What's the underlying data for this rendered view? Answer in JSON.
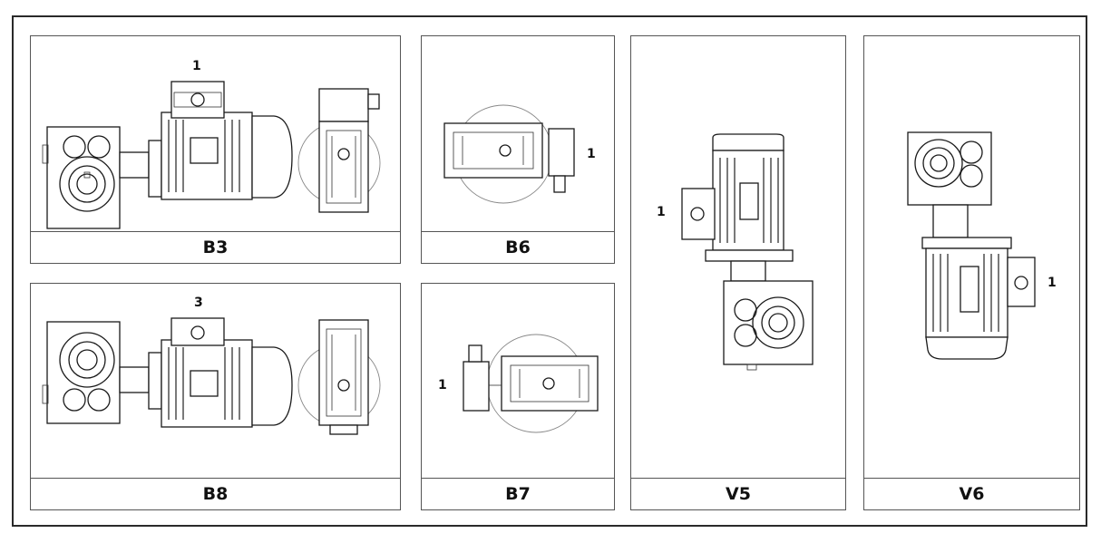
{
  "colors": {
    "line": "#1a1a1a",
    "border": "#555555",
    "background": "#ffffff"
  },
  "panels": [
    {
      "id": "b3",
      "label": "B3",
      "marker": "1"
    },
    {
      "id": "b6",
      "label": "B6",
      "marker": "1"
    },
    {
      "id": "v5",
      "label": "V5",
      "marker": "1"
    },
    {
      "id": "v6",
      "label": "V6",
      "marker": "1"
    },
    {
      "id": "b8",
      "label": "B8",
      "marker": "3"
    },
    {
      "id": "b7",
      "label": "B7",
      "marker": "1"
    }
  ]
}
